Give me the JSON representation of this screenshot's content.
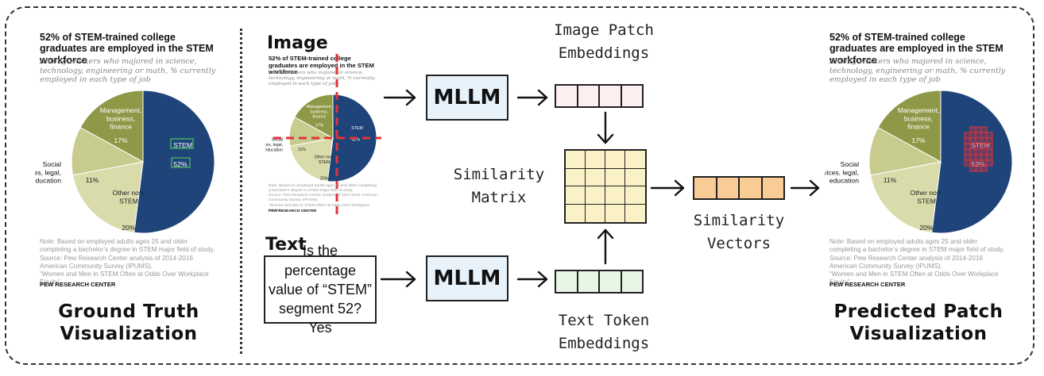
{
  "left_panel": {
    "chart_title": "52% of STEM-trained college graduates are employed in the STEM workforce",
    "chart_subtitle": "Among workers who majored in science, technology, engineering or math, % currently employed in each type of job",
    "note": "Note: Based on employed adults ages 25 and older completing a bachelor’s degree in STEM major field of study.",
    "source": "Source: Pew Research Center analysis of 2014-2016 American Community Survey (IPUMS).",
    "report": "“Women and Men in STEM Often at Odds Over Workplace Equity”",
    "brand": "PEW RESEARCH CENTER",
    "caption_line1": "Ground Truth",
    "caption_line2": "Visualization"
  },
  "right_panel": {
    "caption_line1": "Predicted Patch",
    "caption_line2": "Visualization"
  },
  "chart_data": {
    "type": "pie",
    "title": "52% of STEM-trained college graduates are employed in the STEM workforce",
    "subtitle": "Among workers who majored in science, technology, engineering or math, % currently employed in each type of job",
    "slices": [
      {
        "label": "STEM",
        "value": 52,
        "value_text": "52%",
        "color": "#1f4479"
      },
      {
        "label": "Other non-STEM",
        "value": 20,
        "value_text": "20%",
        "color": "#d9dcaa"
      },
      {
        "label": "Social services, legal, education",
        "value": 11,
        "value_text": "11%",
        "color": "#c7cb8d"
      },
      {
        "label": "Management, business, finance",
        "value": 17,
        "value_text": "17%",
        "color": "#8e9847"
      }
    ],
    "label_lines": {
      "management": [
        "Management,",
        "business,",
        "finance"
      ],
      "social": [
        "Social",
        "services, legal,",
        "education"
      ],
      "other": [
        "Other non-",
        "STEM"
      ]
    }
  },
  "pipeline": {
    "image_heading": "Image",
    "text_heading": "Text",
    "mllm_top": "MLLM",
    "mllm_bottom": "MLLM",
    "image_patch_line1": "Image Patch",
    "image_patch_line2": "Embeddings",
    "text_token_line1": "Text Token",
    "text_token_line2": "Embeddings",
    "similarity_matrix_line1": "Similarity",
    "similarity_matrix_line2": "Matrix",
    "similarity_vectors_line1": "Similarity",
    "similarity_vectors_line2": "Vectors",
    "question_line1": "Is the percentage",
    "question_line2": "value of “STEM”",
    "question_line3": "segment 52? Yes",
    "colors": {
      "image_embed": "#fdeef0",
      "text_embed": "#e8f6e6",
      "matrix": "#fbf1c6",
      "vector": "#f8cc94",
      "mllm": "#e8f2fb",
      "highlight_green": "#4dbb5c",
      "highlight_red": "#e2323a"
    }
  }
}
